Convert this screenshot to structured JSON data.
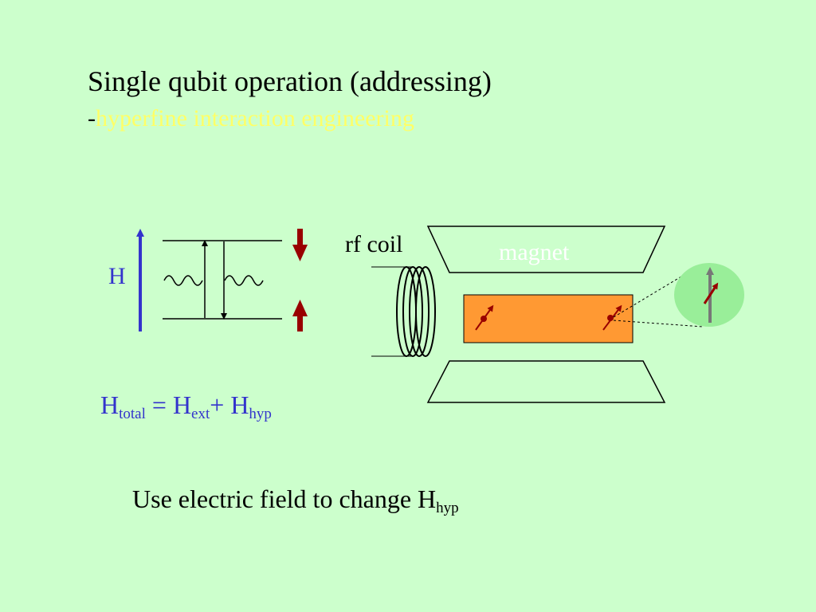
{
  "slide": {
    "title": "Single qubit operation (addressing)",
    "subtitle_dash": "-",
    "subtitle_highlight": "hyperfine interaction engineering",
    "field_label": "H",
    "rf_coil_label": "rf coil",
    "magnet_label": "magnet",
    "equation": {
      "h1": "H",
      "sub1": "total",
      "eq": " = ",
      "h2": "H",
      "sub2": "ext",
      "plus": "+ ",
      "h3": "H",
      "sub3": "hyp"
    },
    "note": {
      "text": "Use electric field to change H",
      "sub": "hyp"
    }
  },
  "colors": {
    "background": "#ccffcc",
    "highlight_text": "#ffff66",
    "field_blue": "#3333cc",
    "spin_arrow": "#990000",
    "sample": "#ff9933",
    "nucleus_circle": "#99ee99"
  }
}
